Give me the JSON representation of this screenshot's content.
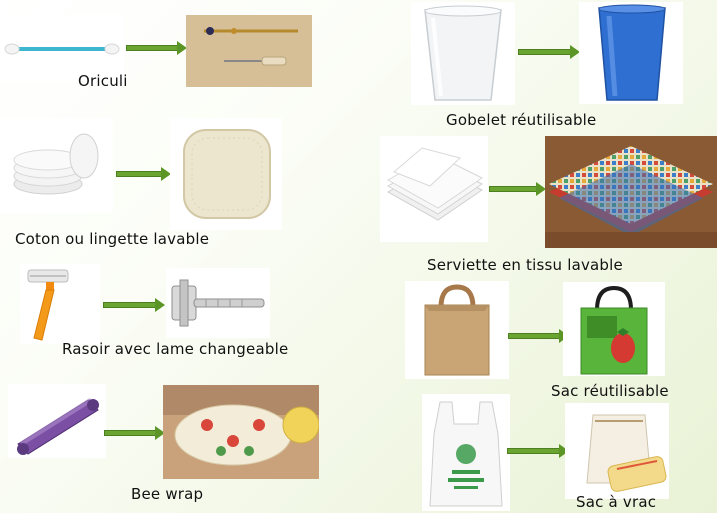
{
  "items": [
    {
      "label": "Oriculi"
    },
    {
      "label": "Coton ou lingette lavable"
    },
    {
      "label": "Rasoir avec lame changeable"
    },
    {
      "label": "Bee wrap"
    },
    {
      "label": "Gobelet réutilisable"
    },
    {
      "label": "Serviette en tissu lavable"
    },
    {
      "label": "Sac réutilisable"
    },
    {
      "label": "Sac à vrac"
    }
  ],
  "colors": {
    "arrow": "#6aa531",
    "background": "#eef5de"
  }
}
